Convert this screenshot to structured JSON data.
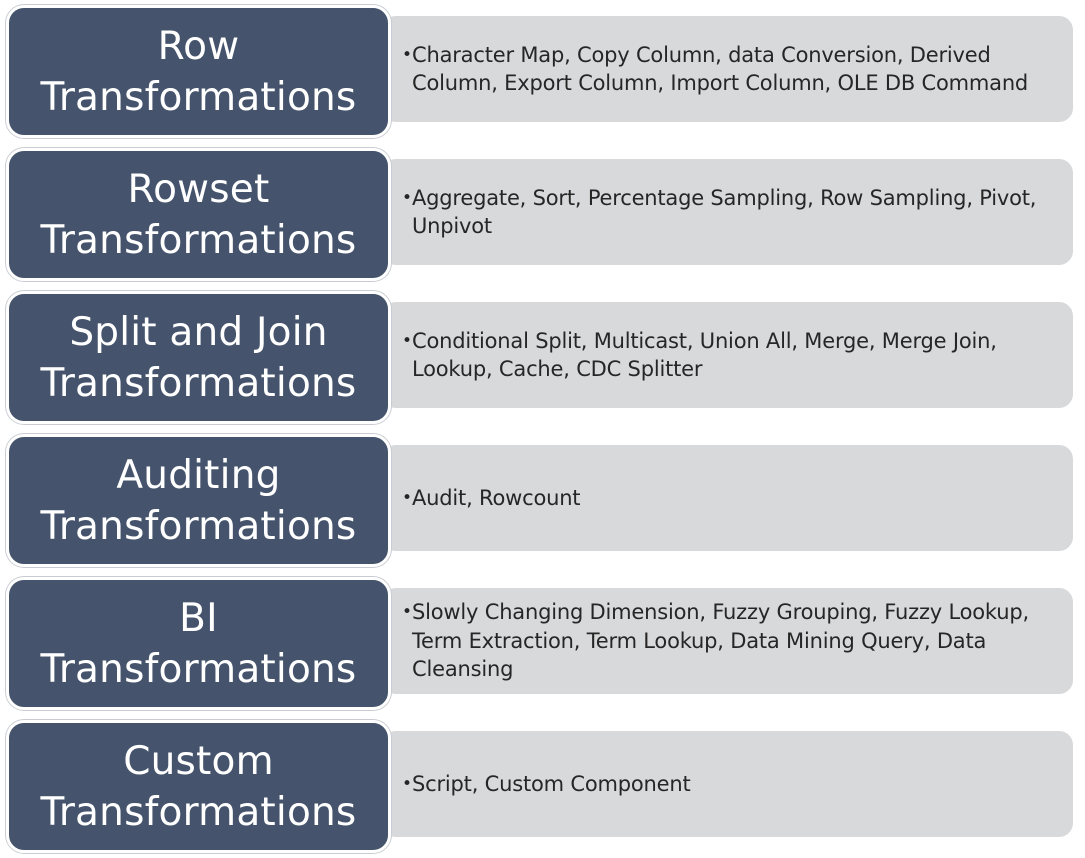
{
  "rows": [
    {
      "title_line1": "Row",
      "title_line2": "Transformations",
      "items": "Character Map, Copy Column, data Conversion, Derived Column, Export Column, Import Column, OLE DB Command"
    },
    {
      "title_line1": "Rowset",
      "title_line2": "Transformations",
      "items": "Aggregate, Sort, Percentage Sampling, Row Sampling, Pivot, Unpivot"
    },
    {
      "title_line1": "Split and Join",
      "title_line2": "Transformations",
      "items": "Conditional Split, Multicast, Union All, Merge, Merge Join, Lookup, Cache, CDC Splitter"
    },
    {
      "title_line1": "Auditing",
      "title_line2": "Transformations",
      "items": "Audit, Rowcount"
    },
    {
      "title_line1": "BI",
      "title_line2": "Transformations",
      "items": "Slowly Changing Dimension, Fuzzy Grouping, Fuzzy Lookup, Term Extraction, Term Lookup, Data Mining Query, Data Cleansing"
    },
    {
      "title_line1": "Custom",
      "title_line2": "Transformations",
      "items": "Script, Custom Component"
    }
  ],
  "bullet": "•",
  "colors": {
    "label_fill": "#45546c",
    "detail_fill": "#d8d9da",
    "text_dark": "#262626"
  }
}
